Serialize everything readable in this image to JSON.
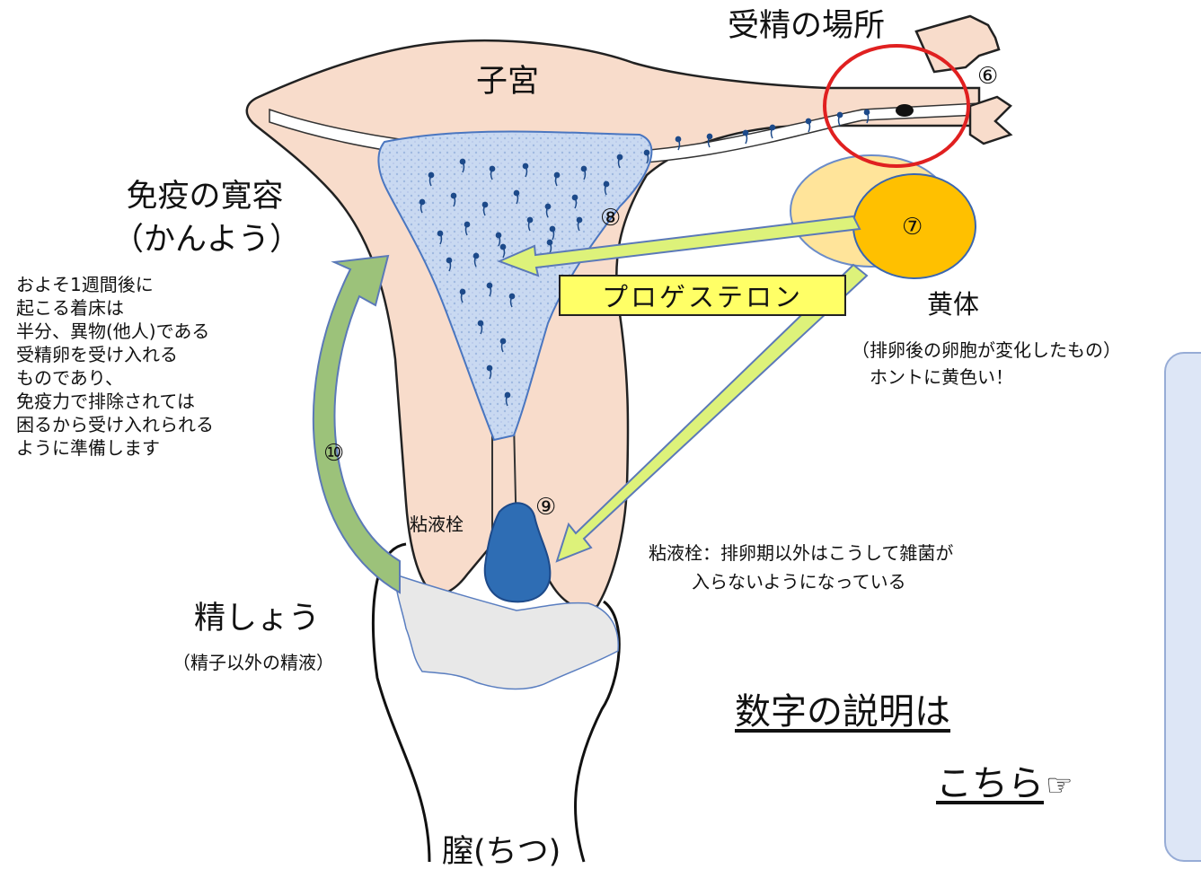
{
  "labels": {
    "uterus": "子宮",
    "fertilization_site": "受精の場所",
    "immune_tolerance_line1": "免疫の寛容",
    "immune_tolerance_line2": "（かんよう）",
    "tolerance_note": "およそ1週間後に\n起こる着床は\n半分、異物(他人)である\n受精卵を受け入れる\nものであり、\n免疫力で排除されては\n困るから受け入れられる\nように準備します",
    "progesterone": "プロゲステロン",
    "corpus_luteum": "黄体",
    "corpus_luteum_note_line1": "（排卵後の卵胞が変化したもの）",
    "corpus_luteum_note_line2": "ホントに黄色い！",
    "mucus_plug": "粘液栓",
    "mucus_plug_note_line1": "粘液栓：排卵期以外はこうして雑菌が",
    "mucus_plug_note_line2": "入らないようになっている",
    "seminal_plasma": "精しょう",
    "seminal_plasma_note": "（精子以外の精液）",
    "vagina": "膣(ちつ)"
  },
  "markers": {
    "m6": "⑥",
    "m7": "⑦",
    "m8": "⑧",
    "m9": "⑨",
    "m10": "⑩"
  },
  "link": {
    "line1": "数字の説明は",
    "line2": "こちら"
  },
  "icons": [
    "pointing-hand-icon"
  ],
  "colors": {
    "tissue": "#f8dccb",
    "mucus_plug": "#2e6db4",
    "seminal_plasma": "#e8e8e8",
    "corpus_luteum_outer": "#ffe49a",
    "corpus_luteum_inner": "#ffc000",
    "progesterone_box": "#ffff66",
    "arrow": "#ddf27a",
    "curved_arrow": "#9cc27a",
    "fertilization_circle": "#e02020",
    "side_panel": "#dde6f6"
  }
}
